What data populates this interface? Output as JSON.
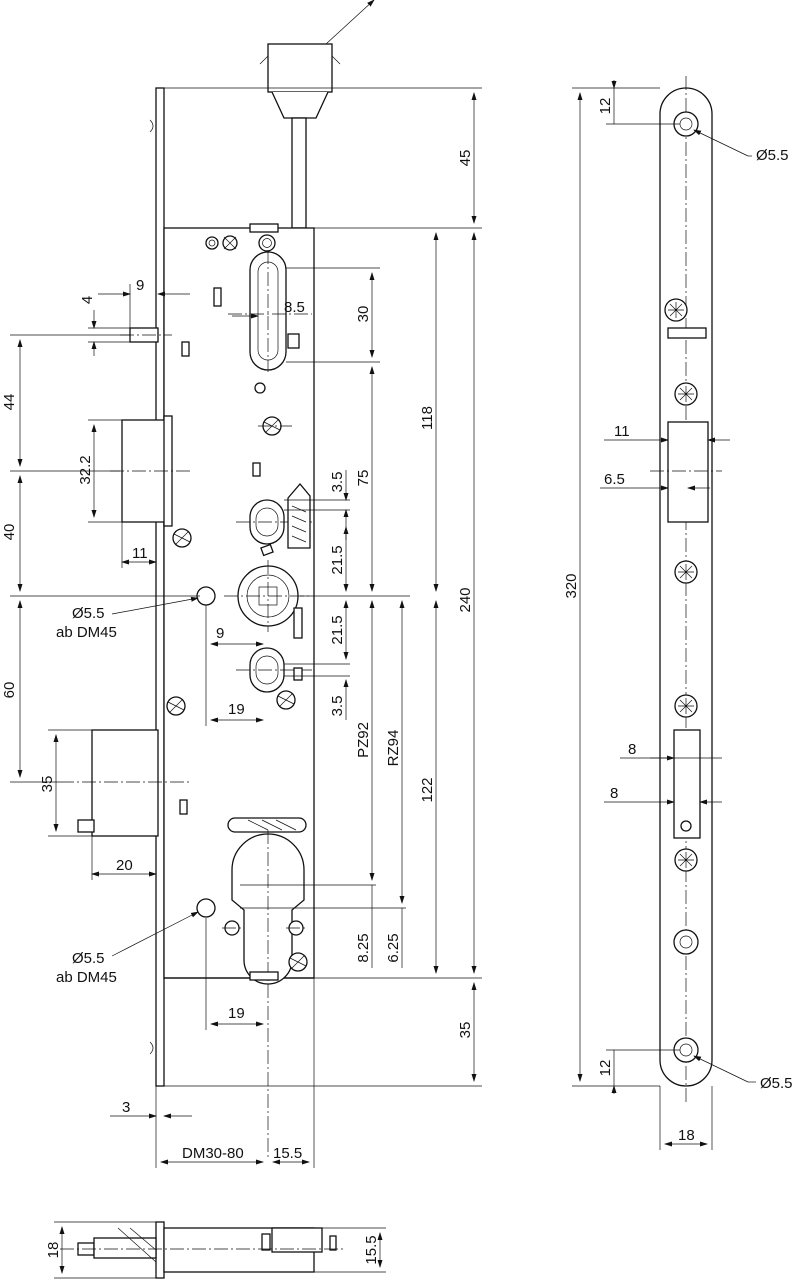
{
  "labels": {
    "d9": "9",
    "d4": "4",
    "d44": "44",
    "d32_2": "32.2",
    "d40": "40",
    "d11_left": "11",
    "d5_5_upper": "Ø5.5",
    "ab_upper": "ab DM45",
    "d60": "60",
    "d35_left": "35",
    "d20": "20",
    "d5_5_lower": "Ø5.5",
    "ab_lower": "ab DM45",
    "d3": "3",
    "dm": "DM30-80",
    "d15_5": "15.5",
    "d8_5": "8.5",
    "d30": "30",
    "d3_5_top": "3.5",
    "d75": "75",
    "d21_5_top": "21.5",
    "d9_mid": "9",
    "d21_5_bot": "21.5",
    "d19_upper": "19",
    "d3_5_bot": "3.5",
    "pz92": "PZ92",
    "rz94": "RZ94",
    "d8_25": "8.25",
    "d6_25": "6.25",
    "d19_lower": "19",
    "d118": "118",
    "d240": "240",
    "d122": "122",
    "d45": "45",
    "d35_right": "35",
    "d320": "320",
    "d12_top": "12",
    "d5_5_fp_top": "Ø5.5",
    "d11_fp": "11",
    "d6_5_fp": "6.5",
    "d8_fp_a": "8",
    "d8_fp_b": "8",
    "d12_bot": "12",
    "d5_5_fp_bot": "Ø5.5",
    "d18_fp": "18",
    "d18_bottom": "18",
    "d15_5_bottom": "15.5"
  }
}
